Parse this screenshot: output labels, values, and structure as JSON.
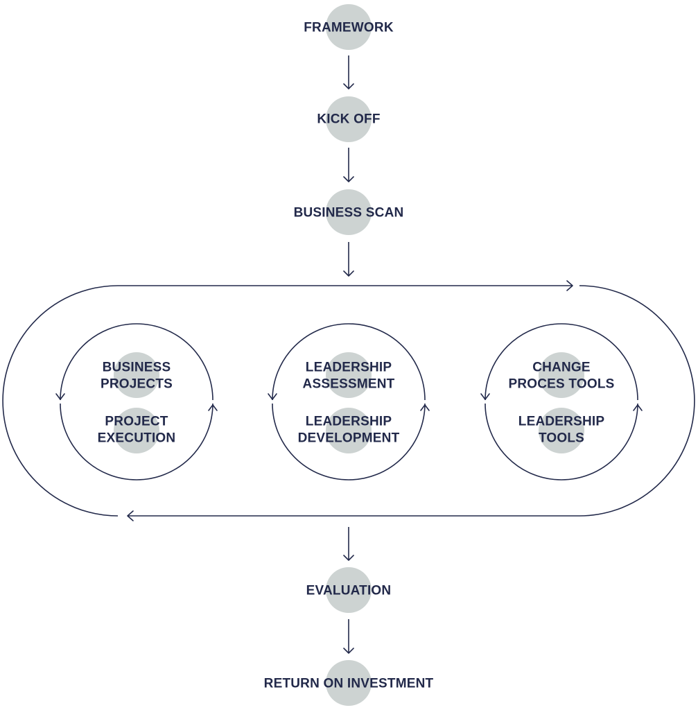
{
  "steps": {
    "framework": "FRAMEWORK",
    "kickoff": "KICK OFF",
    "business_scan": "BUSINESS SCAN",
    "evaluation": "EVALUATION",
    "roi": "RETURN ON INVESTMENT"
  },
  "cycles": [
    {
      "top": [
        "BUSINESS",
        "PROJECTS"
      ],
      "bottom": [
        "PROJECT",
        "EXECUTION"
      ]
    },
    {
      "top": [
        "LEADERSHIP",
        "ASSESSMENT"
      ],
      "bottom": [
        "LEADERSHIP",
        "DEVELOPMENT"
      ]
    },
    {
      "top": [
        "CHANGE",
        "PROCES TOOLS"
      ],
      "bottom": [
        "LEADERSHIP",
        "TOOLS"
      ]
    }
  ],
  "colors": {
    "text": "#22294a",
    "line": "#22294a",
    "dot": "#cdd3d2"
  }
}
